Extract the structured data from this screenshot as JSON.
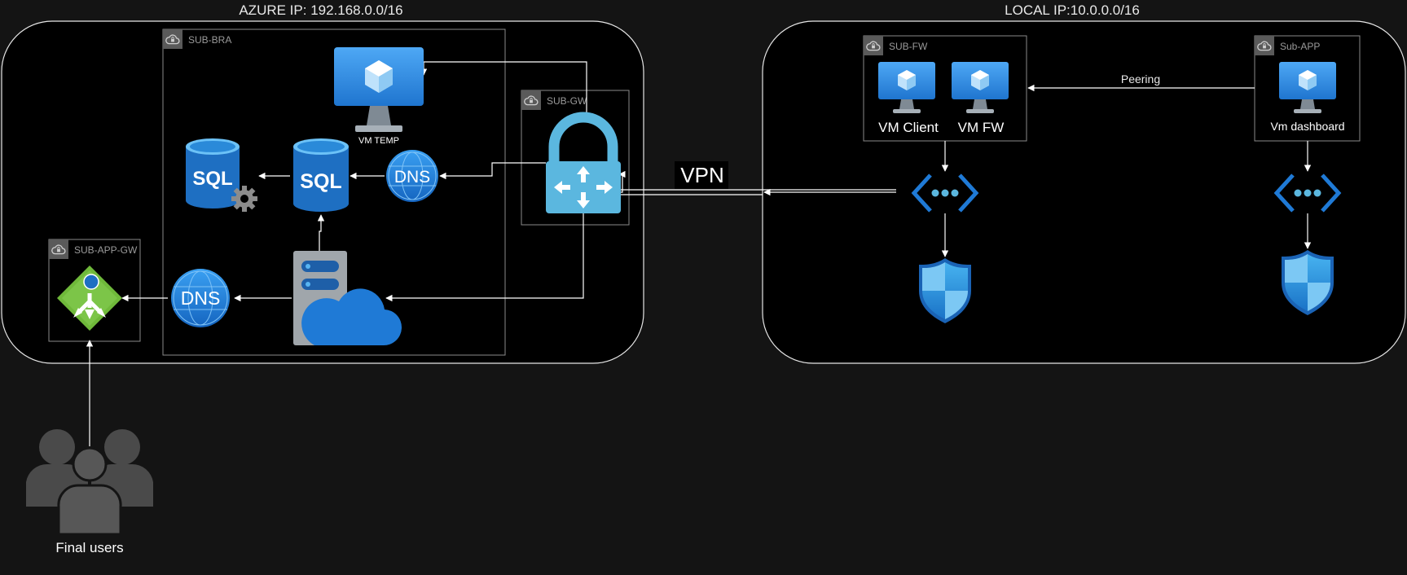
{
  "azure": {
    "title": "AZURE IP: 192.168.0.0/16",
    "subnets": {
      "bra": "SUB-BRA",
      "gw": "SUB-GW",
      "app_gw": "SUB-APP-GW"
    },
    "vm_temp": "VM TEMP",
    "sql": "SQL",
    "dns": "DNS"
  },
  "local": {
    "title": "LOCAL IP:10.0.0.0/16",
    "subnets": {
      "fw": "SUB-FW",
      "app": "Sub-APP"
    },
    "vm_client": "VM Client",
    "vm_fw": "VM FW",
    "vm_dashboard": "Vm dashboard"
  },
  "links": {
    "vpn": "VPN",
    "peering": "Peering"
  },
  "users": "Final users",
  "colors": {
    "background": "#141414",
    "region_fill": "#000000",
    "region_stroke": "#e6e6e6",
    "subnet_stroke": "#8a8a8a",
    "azure_blue": "#2f8de4",
    "sql_blue": "#1e6fc2",
    "lock_blue": "#5bb7df",
    "app_gw_green": "#6fb93a",
    "person_gray": "#4a4a4a"
  }
}
